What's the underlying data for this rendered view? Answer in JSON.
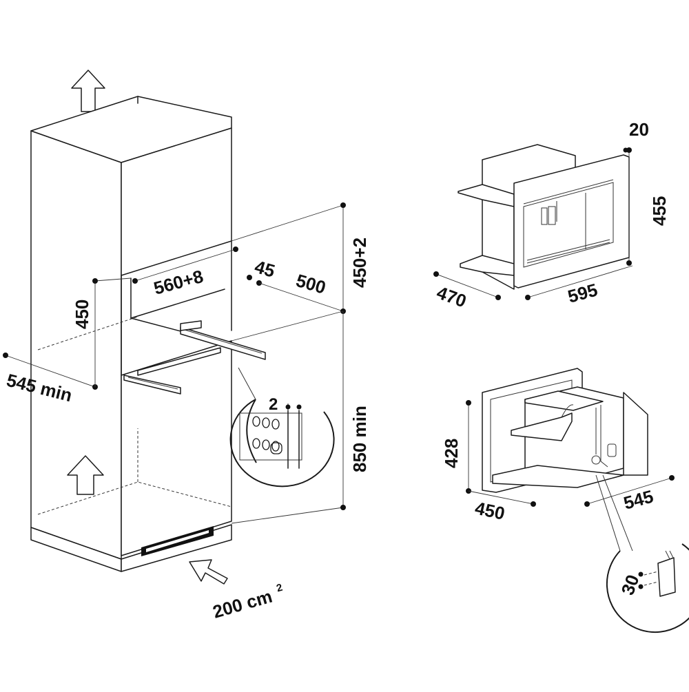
{
  "cabinet": {
    "dims": {
      "min_depth": "545 min",
      "niche_height": "450",
      "niche_width": "560+8",
      "inset": "45",
      "niche_depth": "500",
      "upper_height": "450+2",
      "floor_height": "850 min",
      "vent_area_value": "200 cm",
      "vent_area_sup": "2"
    },
    "detail": {
      "offset": "2"
    }
  },
  "front_view": {
    "dims": {
      "thickness": "20",
      "height": "455",
      "depth": "470",
      "width": "595"
    }
  },
  "back_view": {
    "dims": {
      "height": "428",
      "depth": "450",
      "width": "545"
    },
    "detail": {
      "cable_offset": "30"
    }
  }
}
